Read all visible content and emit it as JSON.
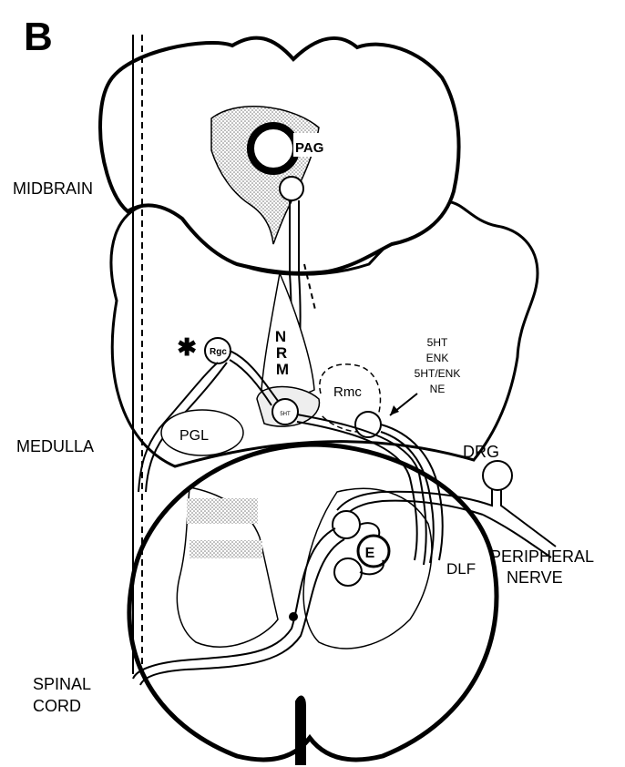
{
  "figure": {
    "panel_letter": "B",
    "regions": {
      "midbrain": "MIDBRAIN",
      "medulla": "MEDULLA",
      "spinal_line1": "SPINAL",
      "spinal_line2": "CORD"
    },
    "nuclei": {
      "pag": "PAG",
      "rgc": "Rgc",
      "nrm_n": "N",
      "nrm_r": "R",
      "nrm_m": "M",
      "rmc": "Rmc",
      "pgl": "PGL",
      "five_ht_cell": "5HT",
      "e_cell": "E"
    },
    "transmitters": [
      "5HT",
      "ENK",
      "5HT/ENK",
      "NE"
    ],
    "peripheral": {
      "drg": "DRG",
      "dlf": "DLF",
      "nerve_line1": "PERIPHERAL",
      "nerve_line2": "NERVE"
    },
    "asterisk": "✱",
    "colors": {
      "ink": "#000000",
      "stipple": "#c8c8c8",
      "paper": "#ffffff"
    }
  }
}
